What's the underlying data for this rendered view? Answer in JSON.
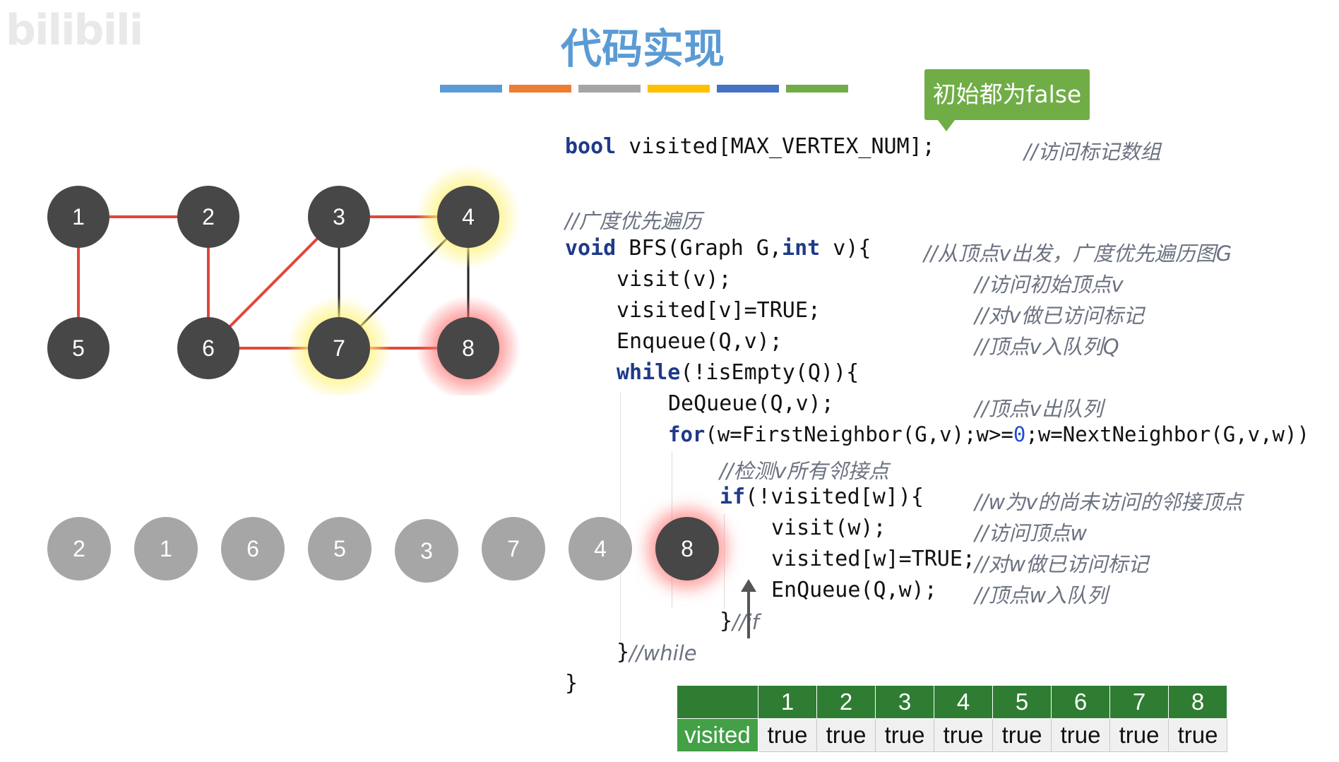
{
  "watermark": "bilibili",
  "title": "代码实现",
  "color_bar": [
    "#5b9bd5",
    "#ed7d31",
    "#a5a5a5",
    "#ffc000",
    "#4472c4",
    "#70ad47"
  ],
  "callout": "初始都为false",
  "code": {
    "decl": {
      "kw": "bool",
      "text": " visited[MAX_VERTEX_NUM];",
      "comment": "//访问标记数组"
    },
    "c_bfs": "//广度优先遍历",
    "l1": {
      "kw": "void",
      "pre": " BFS(Graph G,",
      "kw2": "int",
      "post": " v){",
      "comment": "//从顶点v出发，广度优先遍历图G"
    },
    "l2": {
      "text": "visit(v);",
      "comment": "//访问初始顶点v"
    },
    "l3": {
      "text": "visited[v]=TRUE;",
      "comment": "//对v做已访问标记"
    },
    "l4": {
      "text": "Enqueue(Q,v);",
      "comment": "//顶点v入队列Q"
    },
    "l5": {
      "kw": "while",
      "text": "(!isEmpty(Q)){"
    },
    "l6": {
      "text": "DeQueue(Q,v);",
      "comment": "//顶点v出队列"
    },
    "l7": {
      "kw": "for",
      "pre": "(w=FirstNeighbor(G,v);w>=",
      "num": "0",
      "post": ";w=NextNeighbor(G,v,w))"
    },
    "l8": {
      "comment": "//检测v所有邻接点"
    },
    "l9": {
      "kw": "if",
      "text": "(!visited[w]){",
      "comment": "//w为v的尚未访问的邻接顶点"
    },
    "l10": {
      "text": "visit(w);",
      "comment": "//访问顶点w"
    },
    "l11": {
      "text": "visited[w]=TRUE;",
      "comment": "//对w做已访问标记"
    },
    "l12": {
      "text": "EnQueue(Q,w);",
      "comment": "//顶点w入队列"
    },
    "l13": {
      "text": "}",
      "comment": "//if"
    },
    "l14": {
      "text": "}",
      "comment": "//while"
    },
    "l15": {
      "text": "}"
    }
  },
  "graph": {
    "nodes": [
      {
        "id": "1",
        "label": "1",
        "glow": "none"
      },
      {
        "id": "2",
        "label": "2",
        "glow": "none"
      },
      {
        "id": "3",
        "label": "3",
        "glow": "none"
      },
      {
        "id": "4",
        "label": "4",
        "glow": "yellow"
      },
      {
        "id": "5",
        "label": "5",
        "glow": "none"
      },
      {
        "id": "6",
        "label": "6",
        "glow": "none"
      },
      {
        "id": "7",
        "label": "7",
        "glow": "yellow"
      },
      {
        "id": "8",
        "label": "8",
        "glow": "red"
      }
    ],
    "edges": [
      {
        "from": "1",
        "to": "2",
        "color": "#e0473a"
      },
      {
        "from": "1",
        "to": "5",
        "color": "#e0473a"
      },
      {
        "from": "2",
        "to": "6",
        "color": "#e0473a"
      },
      {
        "from": "6",
        "to": "3",
        "color": "#e0473a"
      },
      {
        "from": "6",
        "to": "7",
        "color": "#e0473a"
      },
      {
        "from": "3",
        "to": "4",
        "color": "#e0473a"
      },
      {
        "from": "7",
        "to": "8",
        "color": "#e0473a"
      },
      {
        "from": "3",
        "to": "7",
        "color": "#222222"
      },
      {
        "from": "7",
        "to": "4",
        "color": "#222222"
      },
      {
        "from": "4",
        "to": "8",
        "color": "#222222"
      }
    ]
  },
  "queue": [
    {
      "label": "2",
      "state": "done"
    },
    {
      "label": "1",
      "state": "done"
    },
    {
      "label": "6",
      "state": "done"
    },
    {
      "label": "5",
      "state": "done"
    },
    {
      "label": "3",
      "state": "done"
    },
    {
      "label": "7",
      "state": "done"
    },
    {
      "label": "4",
      "state": "done"
    },
    {
      "label": "8",
      "state": "active"
    }
  ],
  "visited_table": {
    "row_label": "visited",
    "headers": [
      "1",
      "2",
      "3",
      "4",
      "5",
      "6",
      "7",
      "8"
    ],
    "values": [
      "true",
      "true",
      "true",
      "true",
      "true",
      "true",
      "true",
      "true"
    ]
  }
}
